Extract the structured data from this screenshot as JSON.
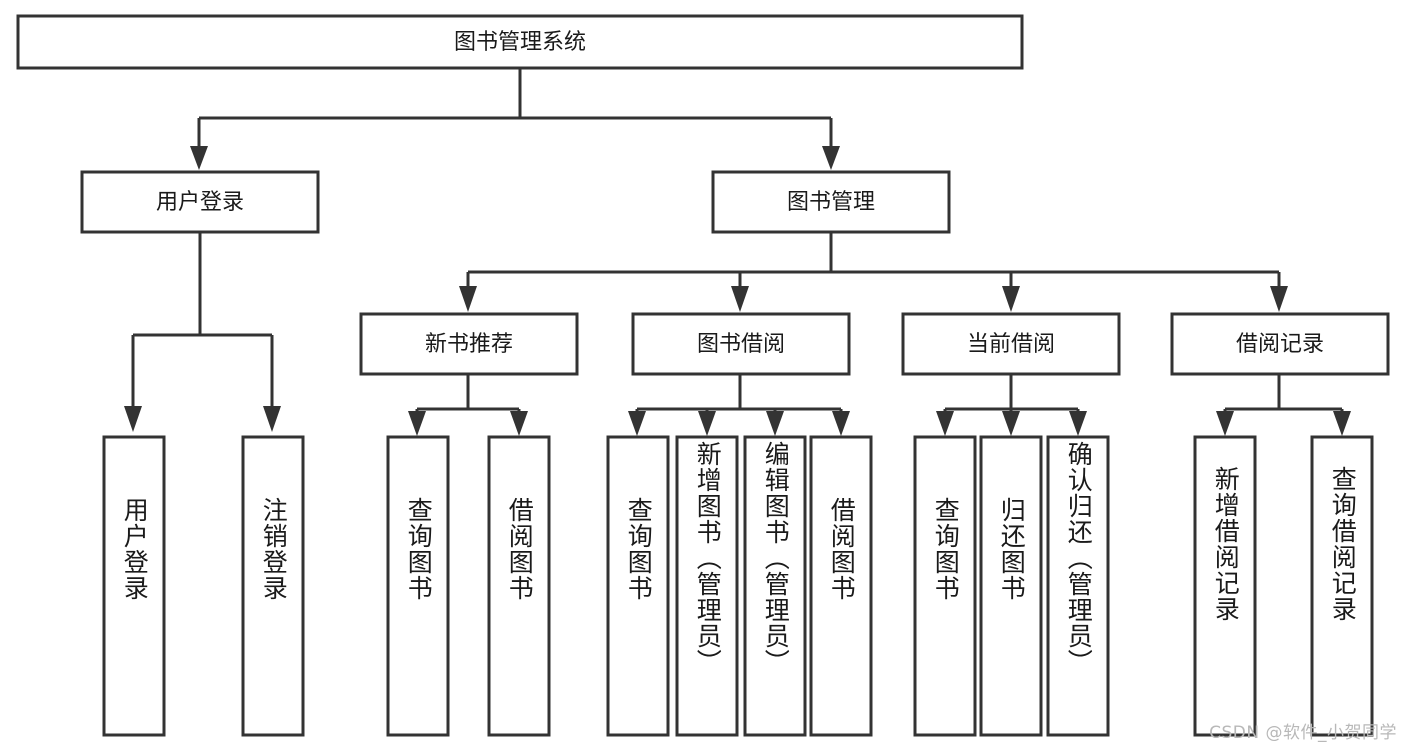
{
  "diagram": {
    "title": "图书管理系统",
    "type": "tree",
    "watermark": "CSDN @软件_小贺同学",
    "colors": {
      "box_stroke": "#333333",
      "box_fill": "#ffffff",
      "text": "#1a1a1a",
      "background": "#ffffff",
      "watermark": "#b8b8b8"
    },
    "root": {
      "label": "图书管理系统"
    },
    "level2": [
      {
        "label": "用户登录"
      },
      {
        "label": "图书管理"
      }
    ],
    "level3": [
      {
        "label": "新书推荐"
      },
      {
        "label": "图书借阅"
      },
      {
        "label": "当前借阅"
      },
      {
        "label": "借阅记录"
      }
    ],
    "leaves": {
      "user_login": [
        {
          "label": "用户登录"
        },
        {
          "label": "注销登录"
        }
      ],
      "new_book_recommend": [
        {
          "label": "查询图书"
        },
        {
          "label": "借阅图书"
        }
      ],
      "book_borrow": [
        {
          "label": "查询图书"
        },
        {
          "label": "新增图书（管理员）"
        },
        {
          "label": "编辑图书（管理员）"
        },
        {
          "label": "借阅图书"
        }
      ],
      "current_borrow": [
        {
          "label": "查询图书"
        },
        {
          "label": "归还图书"
        },
        {
          "label": "确认归还（管理员）"
        }
      ],
      "borrow_record": [
        {
          "label": "新增借阅记录"
        },
        {
          "label": "查询借阅记录"
        }
      ]
    }
  }
}
